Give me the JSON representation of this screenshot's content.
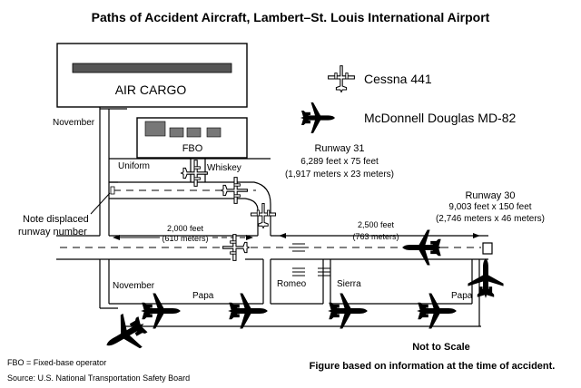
{
  "title": "Paths of Accident Aircraft, Lambert–St. Louis International Airport",
  "buildings": {
    "air_cargo": "AIR CARGO",
    "fbo": "FBO"
  },
  "taxiways": {
    "november_top": "November",
    "uniform": "Uniform",
    "whiskey": "Whiskey",
    "november_bottom": "November",
    "papa_left": "Papa",
    "romeo": "Romeo",
    "sierra": "Sierra",
    "papa_right": "Papa"
  },
  "legend": {
    "cessna": "Cessna 441",
    "md82": "McDonnell Douglas MD-82"
  },
  "runway31": {
    "name": "Runway 31",
    "feet": "6,289 feet x 75 feet",
    "meters": "(1,917 meters x 23 meters)"
  },
  "runway30": {
    "name": "Runway 30",
    "feet": "9,003 feet x 150 feet",
    "meters": "(2,746 meters x 46 meters)"
  },
  "note": {
    "line1": "Note displaced",
    "line2": "runway number"
  },
  "dimensions": {
    "d1_feet": "2,000 feet",
    "d1_meters": "(610 meters)",
    "d2_feet": "2,500 feet",
    "d2_meters": "(763 meters)"
  },
  "footer": {
    "fbo_def": "FBO = Fixed-base operator",
    "source": "Source: U.S. National Transportation Safety Board",
    "scale": "Not to Scale",
    "basis": "Figure based on information at the time of accident."
  }
}
